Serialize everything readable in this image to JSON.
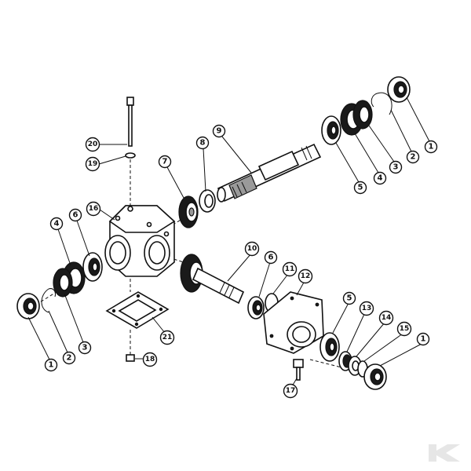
{
  "callouts": [
    {
      "id": "c1a",
      "label": "1"
    },
    {
      "id": "c2a",
      "label": "2"
    },
    {
      "id": "c3a",
      "label": "3"
    },
    {
      "id": "c4a",
      "label": "4"
    },
    {
      "id": "c5a",
      "label": "5"
    },
    {
      "id": "c9",
      "label": "9"
    },
    {
      "id": "c8",
      "label": "8"
    },
    {
      "id": "c7",
      "label": "7"
    },
    {
      "id": "c20",
      "label": "20"
    },
    {
      "id": "c19",
      "label": "19"
    },
    {
      "id": "c16",
      "label": "16"
    },
    {
      "id": "c6a",
      "label": "6"
    },
    {
      "id": "c4b",
      "label": "4"
    },
    {
      "id": "c1b",
      "label": "1"
    },
    {
      "id": "c2b",
      "label": "2"
    },
    {
      "id": "c3b",
      "label": "3"
    },
    {
      "id": "c21",
      "label": "21"
    },
    {
      "id": "c18",
      "label": "18"
    },
    {
      "id": "c10",
      "label": "10"
    },
    {
      "id": "c6b",
      "label": "6"
    },
    {
      "id": "c11",
      "label": "11"
    },
    {
      "id": "c12",
      "label": "12"
    },
    {
      "id": "c5b",
      "label": "5"
    },
    {
      "id": "c13",
      "label": "13"
    },
    {
      "id": "c14",
      "label": "14"
    },
    {
      "id": "c15",
      "label": "15"
    },
    {
      "id": "c1c",
      "label": "1"
    },
    {
      "id": "c17",
      "label": "17"
    }
  ],
  "watermark": {
    "icon": "k-logo-icon",
    "color": "#e6e6e6"
  }
}
